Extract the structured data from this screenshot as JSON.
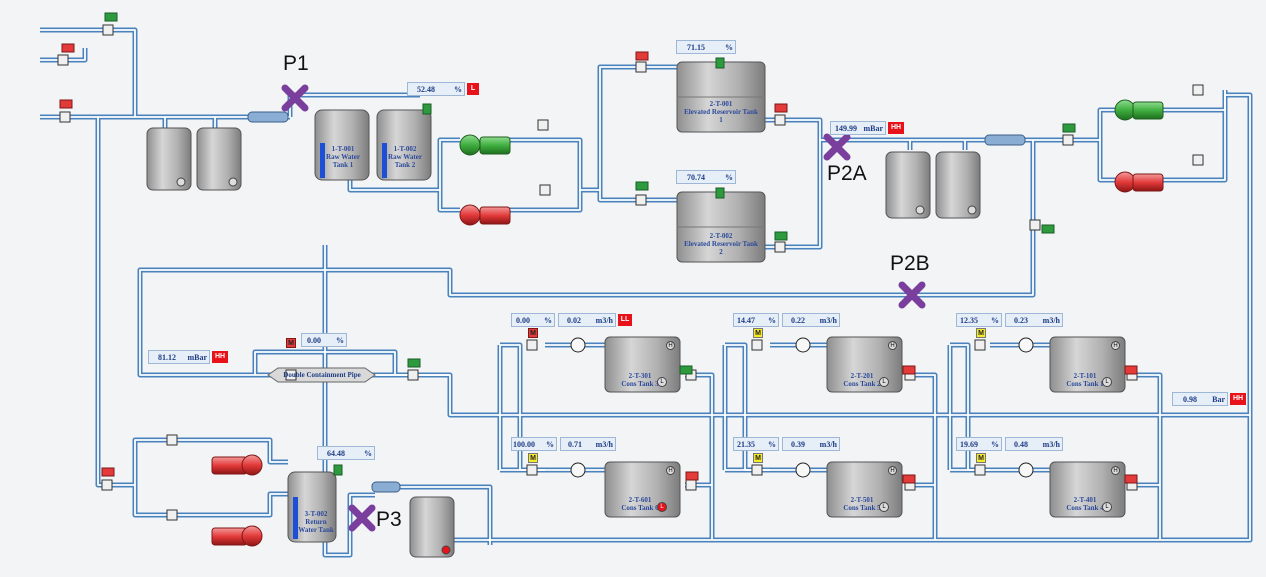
{
  "markers": {
    "p1": "P1",
    "p2a": "P2A",
    "p2b": "P2B",
    "p3": "P3"
  },
  "tanks": {
    "t1t001": {
      "tag": "1-T-001",
      "name": "Raw Water Tank 1"
    },
    "t1t002": {
      "tag": "1-T-002",
      "name": "Raw Water Tank 2"
    },
    "t2t001": {
      "tag": "2-T-001",
      "name": "Elevated Reservoir Tank 1"
    },
    "t2t002": {
      "tag": "2-T-002",
      "name": "Elevated Reservoir Tank 2"
    },
    "t3t002": {
      "tag": "3-T-002",
      "name": "Return Water Tank"
    },
    "t2t301": {
      "tag": "2-T-301",
      "name": "Cons Tank 3"
    },
    "t2t201": {
      "tag": "2-T-201",
      "name": "Cons Tank 2"
    },
    "t2t101": {
      "tag": "2-T-101",
      "name": "Cons Tank 1"
    },
    "t2t601": {
      "tag": "2-T-601",
      "name": "Cons Tank 6"
    },
    "t2t501": {
      "tag": "2-T-501",
      "name": "Cons Tank 5"
    },
    "t2t401": {
      "tag": "2-T-401",
      "name": "Cons Tank 4"
    }
  },
  "pipe_label": "Double Containment Pipe",
  "readouts": {
    "raw_level": {
      "value": "52.48",
      "unit": "%",
      "alarm": "L"
    },
    "elev1_level": {
      "value": "71.15",
      "unit": "%"
    },
    "elev2_level": {
      "value": "70.74",
      "unit": "%"
    },
    "p2a_pressure": {
      "value": "149.99",
      "unit": "mBar",
      "alarm": "HH"
    },
    "dcp_pressure": {
      "value": "81.12",
      "unit": "mBar",
      "alarm": "HH"
    },
    "dcp_valve": {
      "value": "0.00",
      "unit": "%"
    },
    "ret_level": {
      "value": "64.48",
      "unit": "%"
    },
    "main_pressure": {
      "value": "0.98",
      "unit": "Bar",
      "alarm": "HH"
    },
    "ct3_valve": {
      "value": "0.00",
      "unit": "%"
    },
    "ct3_flow": {
      "value": "0.02",
      "unit": "m3/h",
      "alarm": "LL"
    },
    "ct2_valve": {
      "value": "14.47",
      "unit": "%"
    },
    "ct2_flow": {
      "value": "0.22",
      "unit": "m3/h"
    },
    "ct1_valve": {
      "value": "12.35",
      "unit": "%"
    },
    "ct1_flow": {
      "value": "0.23",
      "unit": "m3/h"
    },
    "ct6_valve": {
      "value": "100.00",
      "unit": "%"
    },
    "ct6_flow": {
      "value": "0.71",
      "unit": "m3/h"
    },
    "ct5_valve": {
      "value": "21.35",
      "unit": "%"
    },
    "ct5_flow": {
      "value": "0.39",
      "unit": "m3/h"
    },
    "ct4_valve": {
      "value": "19.69",
      "unit": "%"
    },
    "ct4_flow": {
      "value": "0.48",
      "unit": "m3/h"
    }
  },
  "badges": {
    "level_switch": "L",
    "motor_valve": "M",
    "high_level": "H"
  },
  "colors": {
    "pipe_outer": "#4a82bd",
    "pipe_inner": "#ffffff",
    "tank": "#a7a7a7",
    "pump_on": "#3fae3f",
    "pump_off": "#e33a3a",
    "marker": "#7a3f9c",
    "alarm": "#e8131a",
    "value_box": "#e6eef8",
    "value_text": "#1f3d85"
  }
}
